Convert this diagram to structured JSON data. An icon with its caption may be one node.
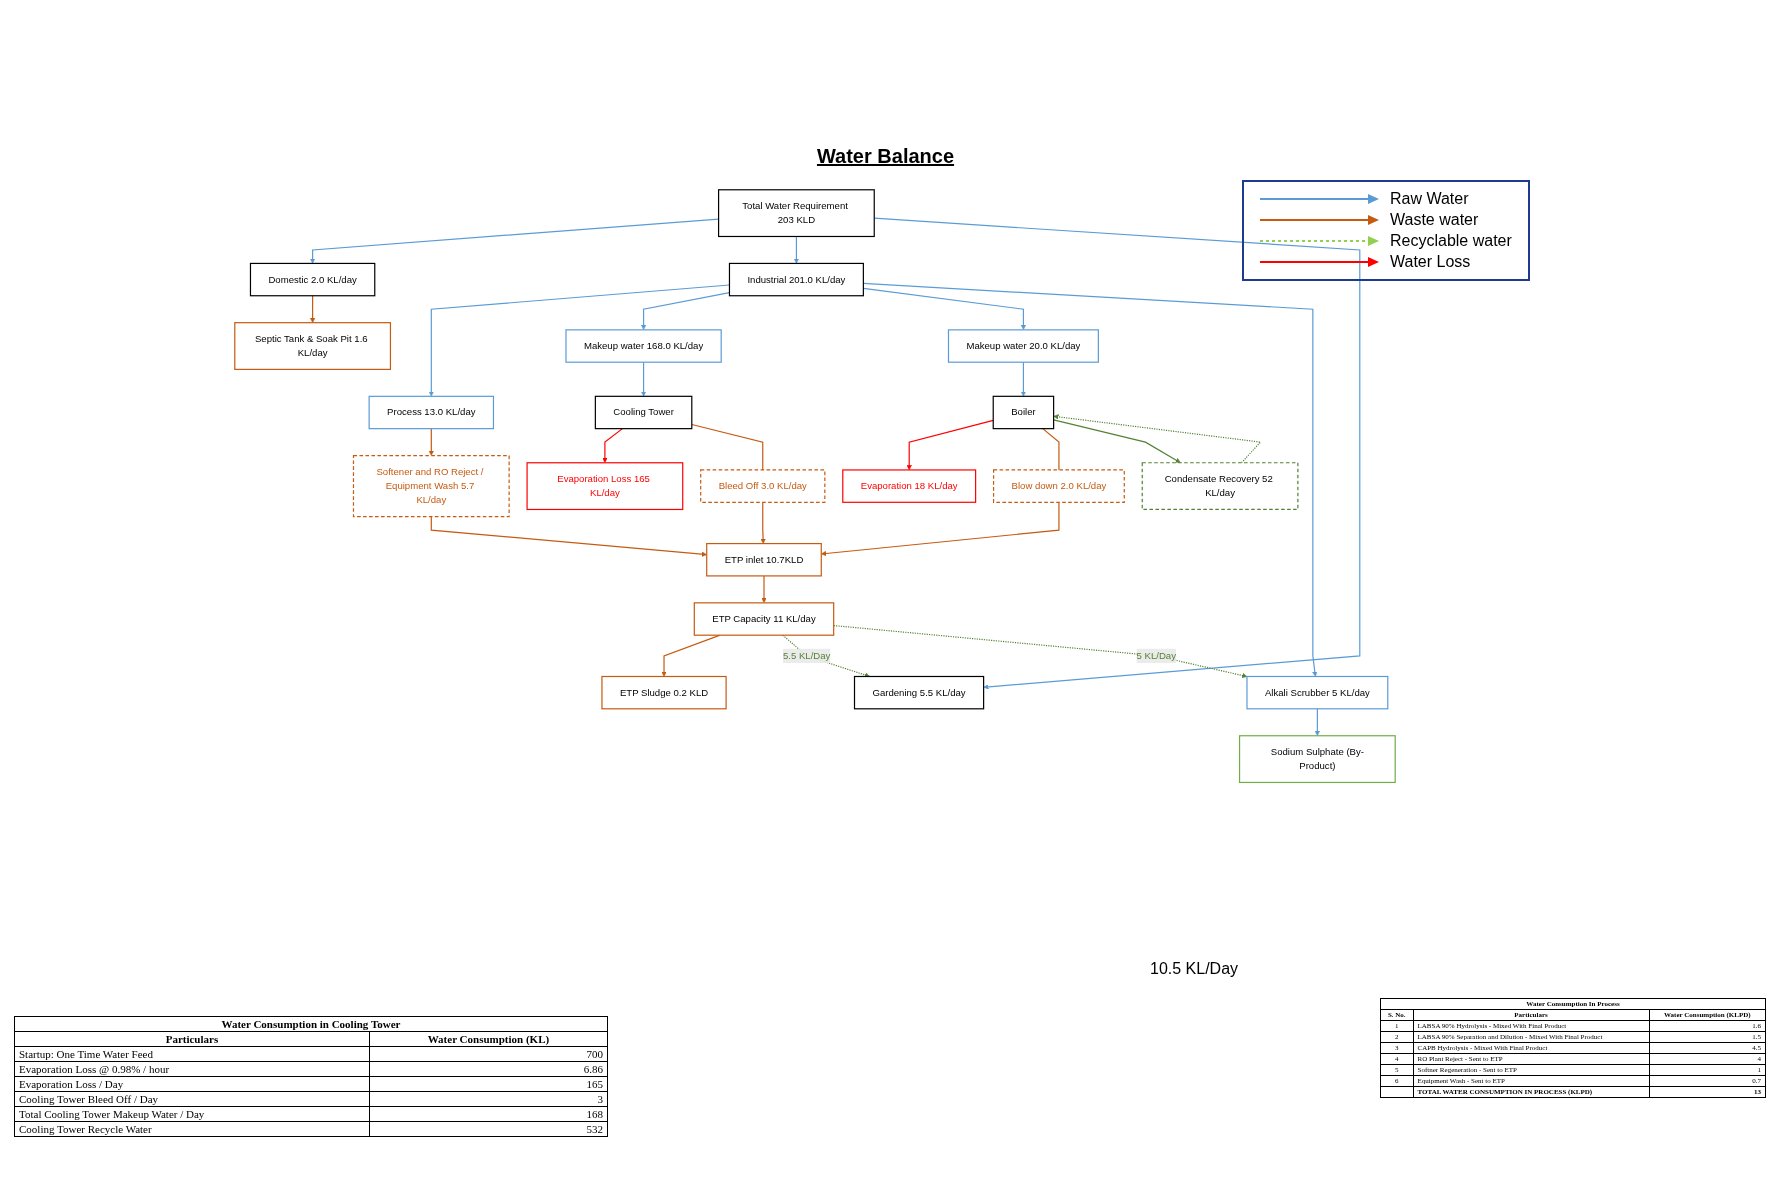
{
  "diagram": {
    "title": "Water Balance",
    "nodes": [
      {
        "text": [
          "Total Water Requirement 203 KLD"
        ]
      },
      {
        "text": [
          "Domestic 2.0 KL/day"
        ]
      },
      {
        "text": [
          "Industrial 201.0 KL/day"
        ]
      },
      {
        "text": [
          "Gardening 5.5 KL/day"
        ]
      },
      {
        "text": [
          "Septic Tank & Soak Pit 1.6 KL/day"
        ]
      },
      {
        "text": [
          "Process 13.0 KL/day"
        ]
      },
      {
        "text": [
          "Makeup water 168.0 KL/day"
        ]
      },
      {
        "text": [
          "Makeup water 20.0 KL/day"
        ]
      },
      {
        "text": [
          "Alkali Scrubber 5 KL/day"
        ]
      },
      {
        "text": [
          "Softener and RO Reject / Equipment Wash 5.7 KL/day"
        ]
      },
      {
        "text": [
          "Cooling Tower"
        ]
      },
      {
        "text": [
          "Sodium Sulphate (By-Product)"
        ]
      },
      {
        "text": [
          "Boiler"
        ]
      },
      {
        "text": [
          "Evaporation 18 KL/day"
        ]
      },
      {
        "text": [
          "Evaporation Loss 165 KL/day"
        ]
      },
      {
        "text": [
          "Bleed Off 3.0 KL/day"
        ]
      },
      {
        "text": [
          "Blow down 2.0 KL/day"
        ]
      },
      {
        "text": [
          "Condensate Recovery 52 KL/day"
        ]
      },
      {
        "text": [
          "ETP inlet 10.7KLD"
        ]
      },
      {
        "text": [
          "ETP Sludge 0.2 KLD"
        ]
      },
      {
        "text": [
          "ETP Capacity 11 KL/day"
        ]
      }
    ],
    "edges": [
      {
        "from": 0,
        "to": 1,
        "arrow": "to"
      },
      {
        "from": 0,
        "to": 2,
        "arrow": "to"
      },
      {
        "from": 0,
        "to": 3,
        "arrow": "to"
      },
      {
        "from": 1,
        "to": 4,
        "arrow": "to",
        "color": "#c55a11"
      },
      {
        "from": 2,
        "to": 5,
        "arrow": "to"
      },
      {
        "from": 2,
        "to": 6,
        "arrow": "to"
      },
      {
        "from": 2,
        "to": 7,
        "arrow": "to"
      },
      {
        "from": 2,
        "to": 8,
        "arrow": "to"
      },
      {
        "from": 5,
        "to": 9,
        "arrow": "to",
        "color": "#c55a11"
      },
      {
        "from": 6,
        "to": 10,
        "arrow": "to"
      },
      {
        "from": 8,
        "to": 11,
        "arrow": "to"
      },
      {
        "from": 7,
        "to": 12,
        "arrow": "to"
      },
      {
        "from": 10,
        "to": 14,
        "arrow": "to",
        "color": "#ff0000"
      },
      {
        "from": 10,
        "to": 15,
        "arrow": "none",
        "color": "#c55a11"
      },
      {
        "from": 12,
        "to": 13,
        "arrow": "to",
        "color": "#ff0000"
      },
      {
        "from": 12,
        "to": 16,
        "arrow": "none",
        "color": "#c55a11"
      },
      {
        "from": 12,
        "to": 17,
        "arrow": "to",
        "color": "#548235"
      },
      {
        "from": 17,
        "to": 12,
        "arrow": "to",
        "style": "dashed",
        "color": "#548235"
      },
      {
        "from": 9,
        "to": 18,
        "arrow": "to",
        "color": "#c55a11"
      },
      {
        "from": 15,
        "to": 18,
        "arrow": "to",
        "color": "#c55a11"
      },
      {
        "from": 16,
        "to": 18,
        "arrow": "to",
        "color": "#c55a11"
      },
      {
        "from": 18,
        "to": 20,
        "arrow": "to",
        "color": "#c55a11"
      },
      {
        "from": 20,
        "to": 19,
        "arrow": "to",
        "color": "#c55a11"
      },
      {
        "from": 20,
        "to": 3,
        "label": "5.5 KL/Day",
        "arrow": "to",
        "style": "dashed",
        "color": "#548235"
      },
      {
        "from": 20,
        "to": 8,
        "label": "5 KL/Day",
        "arrow": "to",
        "style": "dashed",
        "color": "#548235"
      }
    ],
    "labels": [
      "10.5 KL/Day",
      "Water Consumption in Cooling Tower",
      "Particulars",
      "Water Consumption (KL)",
      "Startup: One Time Water Feed",
      "700",
      "Evaporation Loss @ 0.98% / hour",
      "6.86",
      "Evaporation Loss / Day",
      "165",
      "Cooling Tower Bleed Off / Day",
      "3",
      "Total Cooling Tower Makeup Water / Day",
      "168",
      "Cooling Tower Recycle Water",
      "532",
      "Water Consumption In Process",
      "S. No.",
      "Particulars",
      "Water Consumption (KLPD)",
      "1",
      "LABSA 90% Hydrolysis - Mixed With Final Product",
      "1.6",
      "2",
      "LABSA 90% Separation and Dilution - Mixed With Final Product",
      "1.5",
      "3",
      "CAPB Hydrolysis - Mixed With Final Product",
      "4.5",
      "4",
      "RO Plant Reject - Sent to ETP",
      "4",
      "5",
      "Softner Regeneration - Sent to ETP",
      "1",
      "6",
      "Equipment Wash - Sent to ETP",
      "0.7",
      "TOTAL WATER CONSUMPTION IN PROCESS (KLPD)",
      "13"
    ],
    "legend": [
      {
        "text": "Raw Water"
      },
      {
        "text": "Waste water"
      },
      {
        "text": "Recyclable water"
      },
      {
        "text": "Water Loss"
      }
    ]
  }
}
